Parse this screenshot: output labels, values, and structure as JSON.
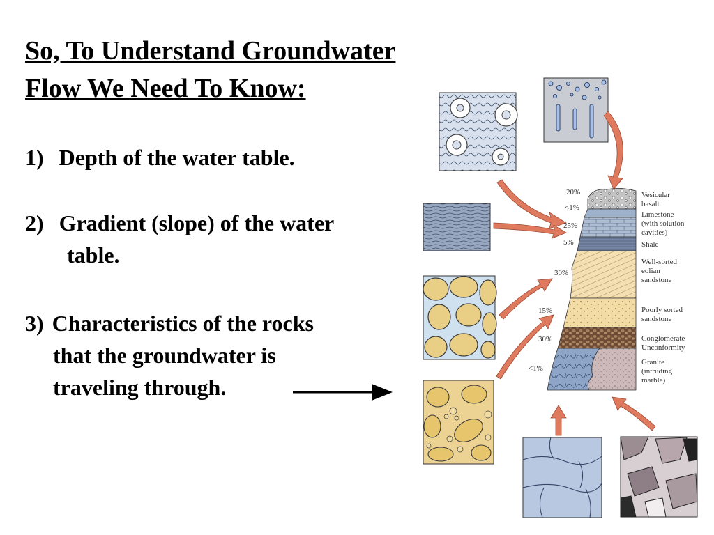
{
  "title": {
    "line1": "So, To Understand Groundwater",
    "line2": "Flow We Need To Know:"
  },
  "points": [
    {
      "num": "1)",
      "lines": [
        "Depth of the water table."
      ]
    },
    {
      "num": "2)",
      "lines": [
        "Gradient (slope) of the water",
        "table."
      ]
    },
    {
      "num": "3)",
      "lines": [
        "Characteristics of the rocks",
        "that the groundwater is",
        "traveling through."
      ]
    }
  ],
  "colors": {
    "arrow": "#e07a5f",
    "arrow_stroke": "#9a4a33",
    "basalt": "#b8b8b8",
    "limestone": "#a9b9cf",
    "shale": "#6f7f99",
    "sandstone": "#f2dcae",
    "conglomerate": "#8b6b4e",
    "granite": "#c8b4b4",
    "marble": "#8aa1c4"
  },
  "rock_column": {
    "layers": [
      {
        "name": "Vesicular basalt",
        "label_lines": [
          "Vesicular",
          "basalt"
        ],
        "porosity": "20%"
      },
      {
        "name": "Limestone (with solution cavities)",
        "label_lines": [
          "Limestone",
          "(with solution",
          "cavities)"
        ],
        "porosity": "<1%"
      },
      {
        "name": "Limestone",
        "label_lines": [],
        "porosity": "25%"
      },
      {
        "name": "Shale",
        "label_lines": [
          "Shale"
        ],
        "porosity": "5%"
      },
      {
        "name": "Well-sorted eolian sandstone",
        "label_lines": [
          "Well-sorted",
          "eolian",
          "sandstone"
        ],
        "porosity": "30%"
      },
      {
        "name": "Poorly sorted sandstone",
        "label_lines": [
          "Poorly sorted",
          "sandstone"
        ],
        "porosity": "15%"
      },
      {
        "name": "Conglomerate",
        "label_lines": [
          "Conglomerate"
        ],
        "porosity": "30%"
      },
      {
        "name": "Unconformity",
        "label_lines": [
          "Unconformity"
        ],
        "porosity": ""
      },
      {
        "name": "Granite (intruding marble)",
        "label_lines": [
          "Granite",
          "(intruding",
          "marble)"
        ],
        "porosity": "<1%"
      }
    ]
  }
}
